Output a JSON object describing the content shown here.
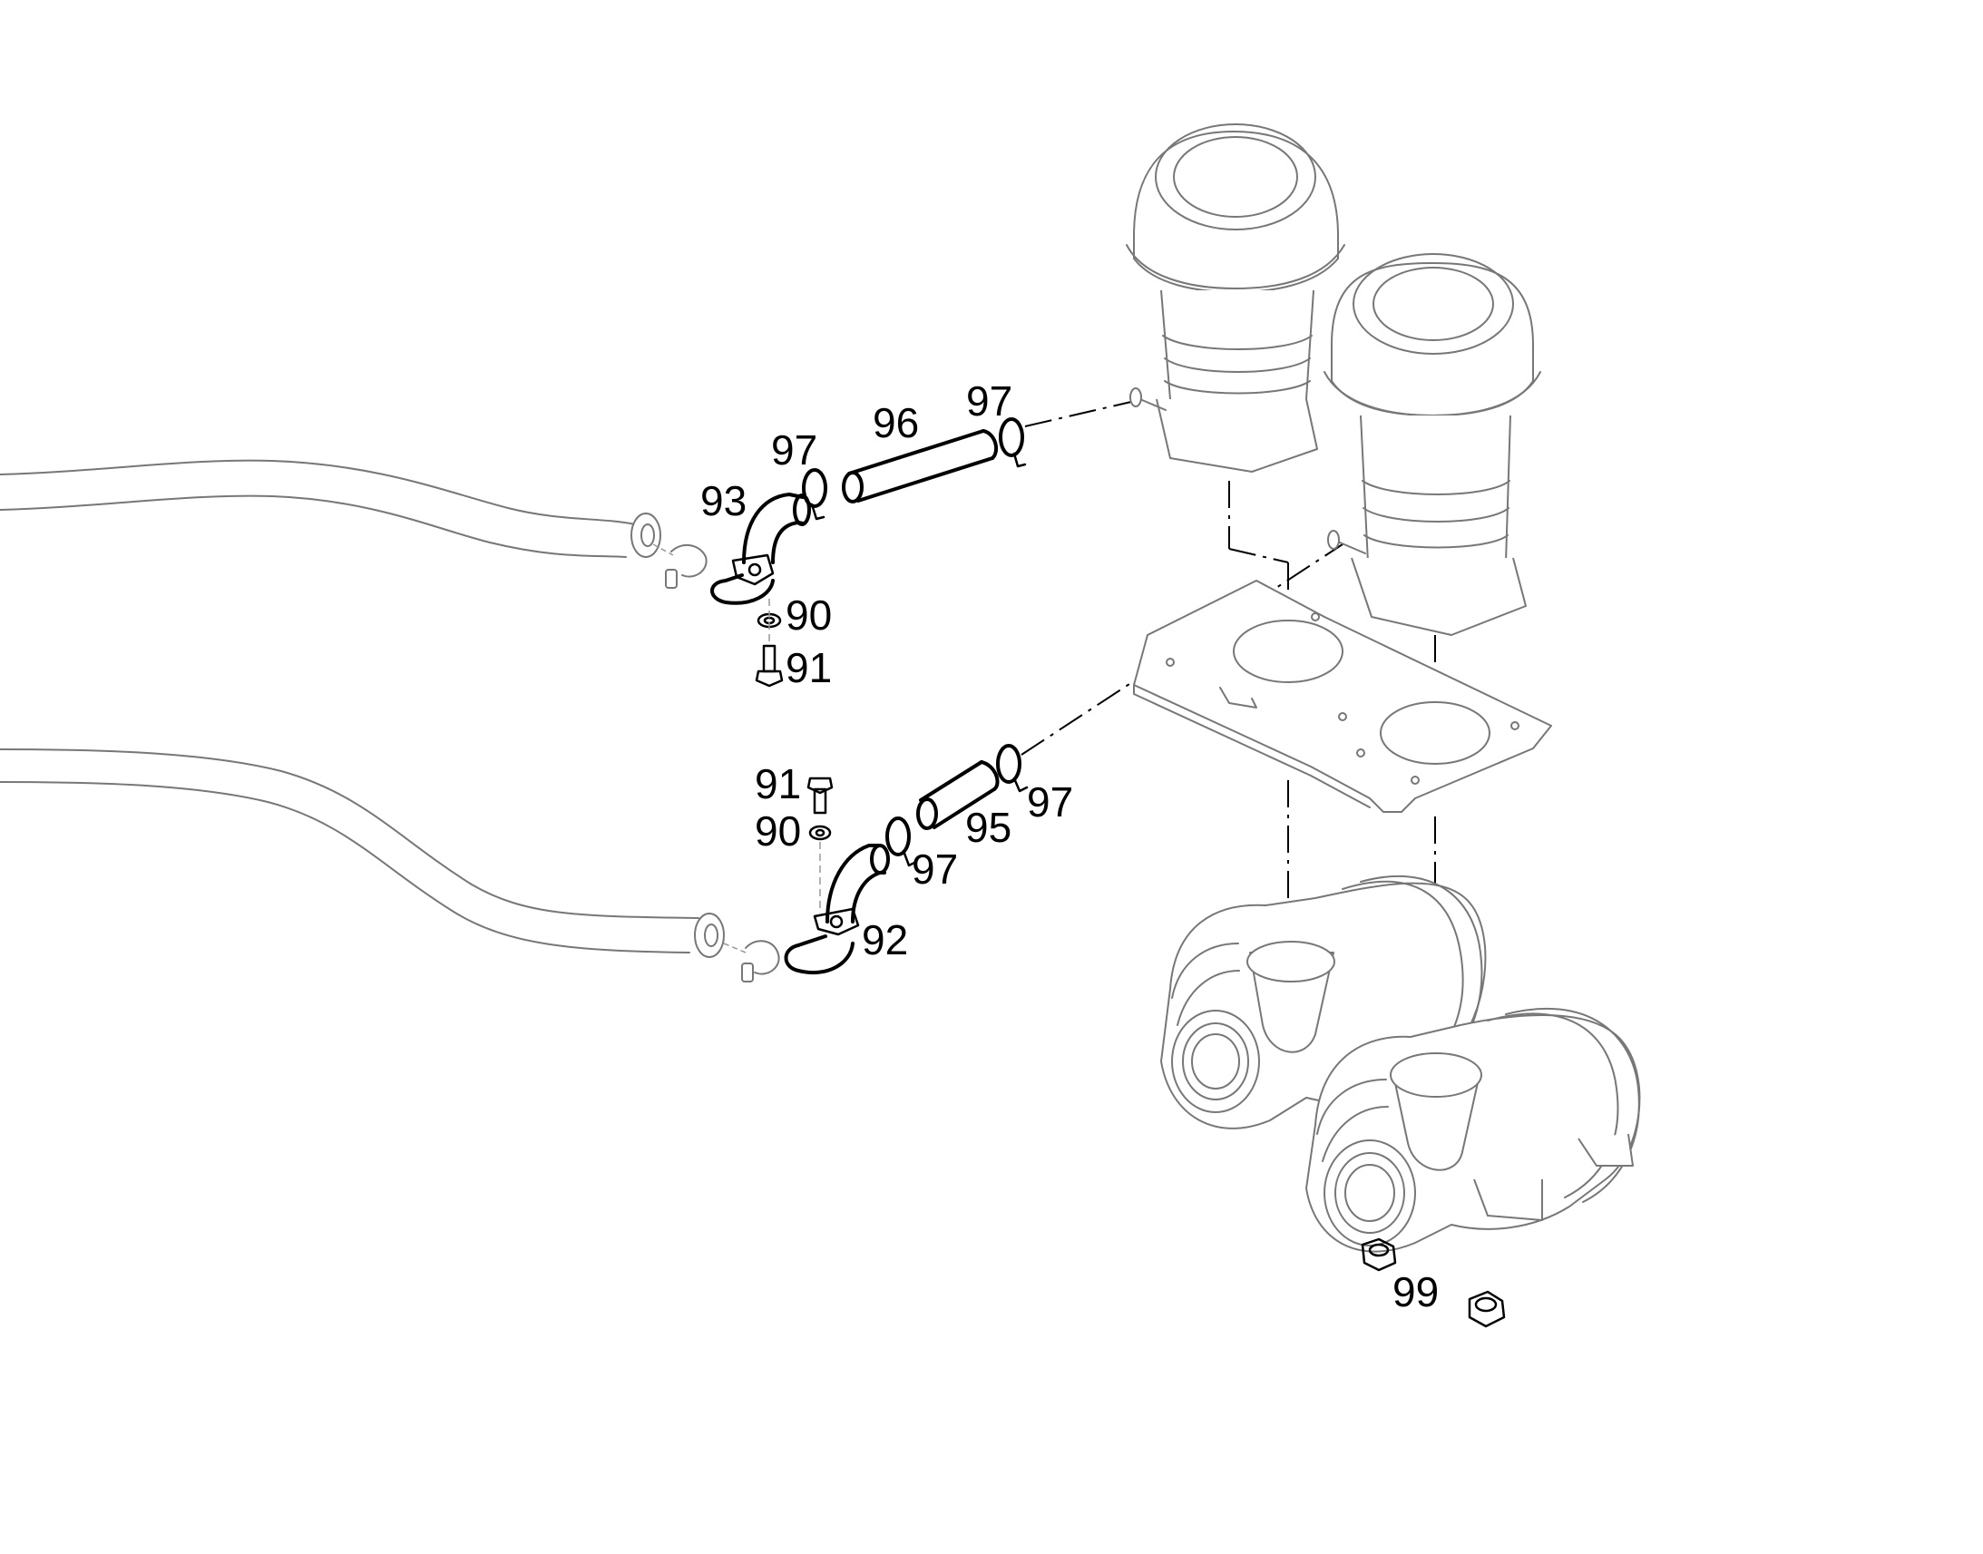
{
  "callouts": {
    "c97_top_right": "97",
    "c96": "96",
    "c97_top_left": "97",
    "c93": "93",
    "c90_top": "90",
    "c91_top": "91",
    "c91_bottom": "91",
    "c90_bottom": "90",
    "c95": "95",
    "c97_mid_right": "97",
    "c97_mid_left": "97",
    "c92": "92",
    "c99": "99"
  },
  "colors": {
    "line": "#000000",
    "component": "#777777",
    "background": "#ffffff"
  }
}
